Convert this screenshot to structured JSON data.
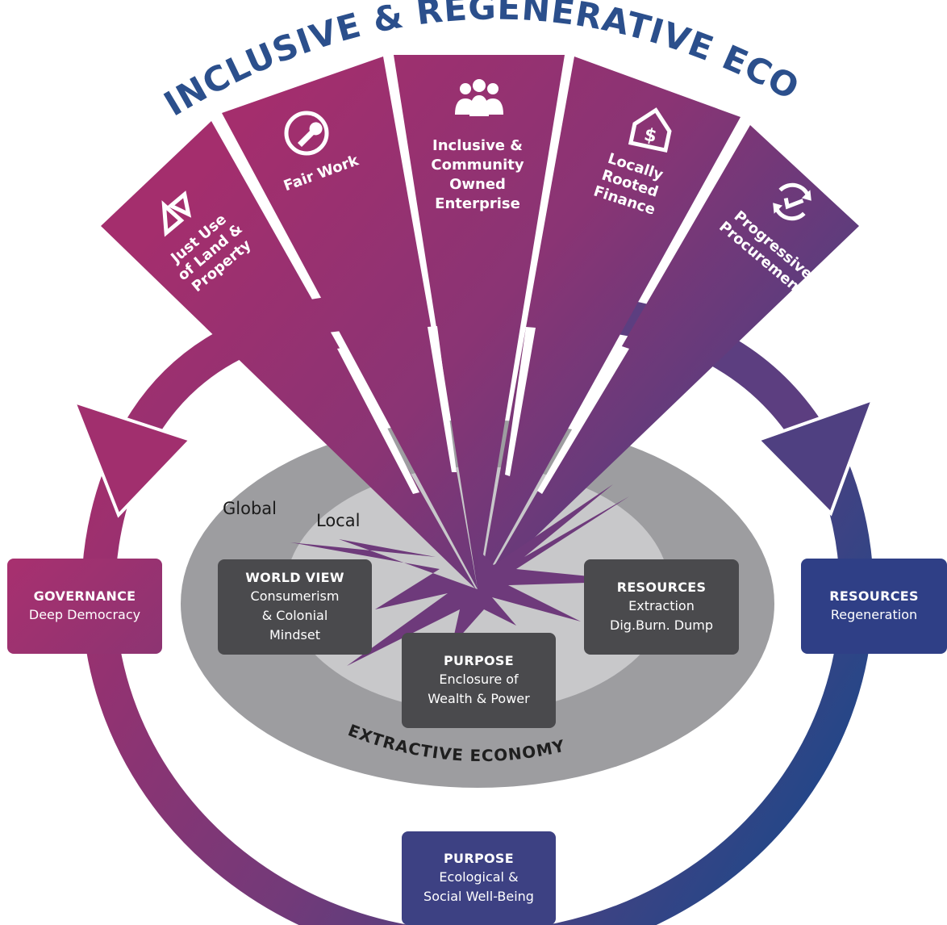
{
  "title": "INCLUSIVE & REGENERATIVE ECONOMY",
  "inner_title": "EXTRACTIVE ECONOMY",
  "scale_labels": {
    "global": "Global",
    "local": "Local"
  },
  "pillars": [
    {
      "icon": "triangles-icon",
      "label": [
        "Just Use",
        "of Land &",
        "Property"
      ]
    },
    {
      "icon": "wrench-icon",
      "label": [
        "Fair Work"
      ]
    },
    {
      "icon": "people-icon",
      "label": [
        "Inclusive &",
        "Community",
        "Owned",
        "Enterprise"
      ]
    },
    {
      "icon": "house-dollar-icon",
      "label": [
        "Locally",
        "Rooted",
        "Finance"
      ]
    },
    {
      "icon": "recycle-check-icon",
      "label": [
        "Progressive",
        "Procurement"
      ]
    }
  ],
  "extractive_boxes": {
    "world_view": {
      "title": "WORLD VIEW",
      "lines": [
        "Consumerism",
        "& Colonial",
        "Mindset"
      ]
    },
    "resources": {
      "title": "RESOURCES",
      "lines": [
        "Extraction",
        "Dig.Burn. Dump"
      ]
    },
    "purpose": {
      "title": "PURPOSE",
      "lines": [
        "Enclosure of",
        "Wealth & Power"
      ]
    }
  },
  "regenerative_boxes": {
    "governance": {
      "title": "GOVERNANCE",
      "lines": [
        "Deep Democracy"
      ]
    },
    "resources": {
      "title": "RESOURCES",
      "lines": [
        "Regeneration"
      ]
    },
    "purpose": {
      "title": "PURPOSE",
      "lines": [
        "Ecological &",
        "Social Well-Being"
      ]
    }
  },
  "colors": {
    "magenta": "#a0306e",
    "purple": "#6a3a7a",
    "navy": "#2d4a8a",
    "title_blue": "#2b4f8c",
    "outer_ring": "#9a9a9c",
    "inner_ring": "#c6c6c8",
    "dark_box": "#4a4a4d"
  }
}
